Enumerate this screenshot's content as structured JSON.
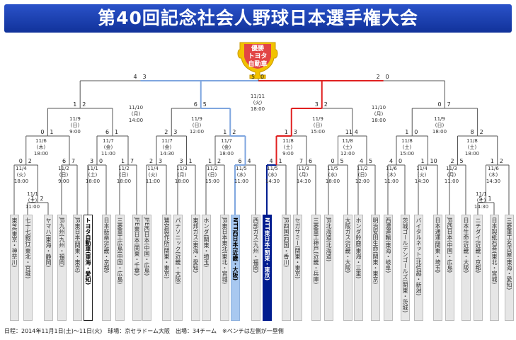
{
  "title": "第40回記念社会人野球日本選手権大会",
  "champion_badge": {
    "line1": "優勝",
    "line2": "トヨタ",
    "line3": "自動車"
  },
  "footer": "日程：2014年11月1日(土)～11日(火)　球場：京セラドーム大阪　出場：34チーム　※ベンチは左側が一塁側",
  "colors": {
    "title_bar": "#1a3eb0",
    "champion_path": "#001c8f",
    "runner_up_path": "#7fa6df",
    "final_path_red": "#e02020",
    "badge_gold": "#f2c200"
  },
  "teams": [
    {
      "name": "東芝(東京・神奈川)",
      "status": "normal"
    },
    {
      "name": "七十七銀行(東北・宮城)",
      "status": "normal"
    },
    {
      "name": "ヤマハ(東海・静岡)",
      "status": "normal"
    },
    {
      "name": "JR九州(九州・福岡)",
      "status": "normal"
    },
    {
      "name": "JR東日本(関東・東京)",
      "status": "normal"
    },
    {
      "name": "トヨタ自動車(東海・愛知)",
      "status": "highlight"
    },
    {
      "name": "日本新薬(近畿・京都)",
      "status": "normal"
    },
    {
      "name": "三菱重工広島(中国・広島)",
      "status": "normal"
    },
    {
      "name": "JFE東日本(関東・千葉)",
      "status": "normal"
    },
    {
      "name": "JFE西日本(中国・広島)",
      "status": "normal"
    },
    {
      "name": "鷺宮製作所(関東・東京)",
      "status": "normal"
    },
    {
      "name": "パナソニック(近畿・大阪)",
      "status": "normal"
    },
    {
      "name": "東邦ガス(東海・愛知)",
      "status": "normal"
    },
    {
      "name": "ホンダ(関東・埼玉)",
      "status": "normal"
    },
    {
      "name": "JR東日本東北(東北・宮城)",
      "status": "normal"
    },
    {
      "name": "NTT西日本(近畿・大阪)",
      "status": "runner_up"
    },
    {
      "name": "西部ガス(九州・福岡)",
      "status": "normal"
    },
    {
      "name": "NTT東日本(関東・東京)",
      "status": "champion"
    },
    {
      "name": "JR四国(四国・香川)",
      "status": "normal"
    },
    {
      "name": "セガサミー(関東・東京)",
      "status": "normal"
    },
    {
      "name": "三菱重工神戸(近畿・兵庫)",
      "status": "normal"
    },
    {
      "name": "JR北海道(北海道)",
      "status": "normal"
    },
    {
      "name": "大阪ガス(近畿・大阪)",
      "status": "normal"
    },
    {
      "name": "ホンダ鈴鹿(東海・三重)",
      "status": "normal"
    },
    {
      "name": "明治安田生命(関東・東京)",
      "status": "normal"
    },
    {
      "name": "西濃運輸(東海・岐阜)",
      "status": "normal"
    },
    {
      "name": "茨城ゴールデンゴールズ(関東・茨城)",
      "status": "normal"
    },
    {
      "name": "バイタルネット(北信越・新潟)",
      "status": "normal"
    },
    {
      "name": "日本通運(関東・埼玉)",
      "status": "normal"
    },
    {
      "name": "JR西日本(中国・広島)",
      "status": "normal"
    },
    {
      "name": "日本生命(近畿・大阪)",
      "status": "normal"
    },
    {
      "name": "ニチダイ(近畿・京都)",
      "status": "normal"
    },
    {
      "name": "日本製紙石巻(東北・宮城)",
      "status": "normal"
    },
    {
      "name": "三菱重工名古屋(東海・愛知)",
      "status": "normal"
    }
  ],
  "match_labels": [
    {
      "id": "r1_1",
      "date": "11/1",
      "day": "(土)",
      "time": "11:00"
    },
    {
      "id": "r1_2",
      "date": "11/1",
      "day": "(土)",
      "time": "14:30"
    },
    {
      "id": "m1",
      "date": "11/4",
      "day": "(火)",
      "time": "18:00"
    },
    {
      "id": "m2",
      "date": "11/2",
      "day": "(日)",
      "time": "9:00"
    },
    {
      "id": "m3",
      "date": "11/1",
      "day": "(土)",
      "time": "18:00"
    },
    {
      "id": "m4",
      "date": "11/2",
      "day": "(日)",
      "time": "18:00"
    },
    {
      "id": "m5",
      "date": "11/4",
      "day": "(火)",
      "time": "11:00"
    },
    {
      "id": "m6",
      "date": "11/3",
      "day": "(月)",
      "time": "18:00"
    },
    {
      "id": "m7",
      "date": "11/2",
      "day": "(日)",
      "time": "15:00"
    },
    {
      "id": "m8",
      "date": "11/5",
      "day": "(水)",
      "time": "11:00"
    },
    {
      "id": "m9",
      "date": "11/5",
      "day": "(水)",
      "time": "14:30"
    },
    {
      "id": "m10",
      "date": "11/3",
      "day": "(月)",
      "time": "14:30"
    },
    {
      "id": "m11",
      "date": "11/5",
      "day": "(水)",
      "time": "18:00"
    },
    {
      "id": "m12",
      "date": "11/2",
      "day": "(日)",
      "time": "12:00"
    },
    {
      "id": "m13",
      "date": "11/6",
      "day": "(木)",
      "time": "11:00"
    },
    {
      "id": "m14",
      "date": "11/4",
      "day": "(火)",
      "time": "14:30"
    },
    {
      "id": "m15",
      "date": "11/3",
      "day": "(月)",
      "time": "11:00"
    },
    {
      "id": "m16",
      "date": "11/6",
      "day": "(木)",
      "time": "14:30"
    },
    {
      "id": "q1",
      "date": "11/6",
      "day": "(木)",
      "time": "18:00"
    },
    {
      "id": "q2",
      "date": "11/7",
      "day": "(金)",
      "time": "11:00"
    },
    {
      "id": "q3",
      "date": "11/7",
      "day": "(金)",
      "time": "14:30"
    },
    {
      "id": "q4",
      "date": "11/7",
      "day": "(金)",
      "time": "18:00"
    },
    {
      "id": "q5",
      "date": "11/8",
      "day": "(土)",
      "time": "9:00"
    },
    {
      "id": "q6",
      "date": "11/8",
      "day": "(土)",
      "time": "12:00"
    },
    {
      "id": "q7",
      "date": "11/8",
      "day": "(土)",
      "time": "15:00"
    },
    {
      "id": "q8",
      "date": "11/8",
      "day": "(土)",
      "time": "18:00"
    },
    {
      "id": "e1",
      "date": "11/9",
      "day": "(日)",
      "time": "9:00"
    },
    {
      "id": "e2",
      "date": "11/9",
      "day": "(日)",
      "time": "12:00"
    },
    {
      "id": "e3",
      "date": "11/9",
      "day": "(日)",
      "time": "15:00"
    },
    {
      "id": "e4",
      "date": "11/9",
      "day": "(日)",
      "time": "18:00"
    },
    {
      "id": "s1",
      "date": "11/10",
      "day": "(月)",
      "time": "14:00"
    },
    {
      "id": "s2",
      "date": "11/10",
      "day": "(月)",
      "time": "18:00"
    },
    {
      "id": "final",
      "date": "11/11",
      "day": "(火)",
      "time": "18:00"
    }
  ],
  "scores": [
    {
      "id": "f_l",
      "v": "5"
    },
    {
      "id": "f_r",
      "v": "0"
    },
    {
      "id": "s1_l",
      "v": "4"
    },
    {
      "id": "s1_r",
      "v": "3"
    },
    {
      "id": "s2_l",
      "v": "2"
    },
    {
      "id": "s2_r",
      "v": "0"
    },
    {
      "id": "e1_l",
      "v": "1"
    },
    {
      "id": "e1_r",
      "v": "2"
    },
    {
      "id": "e2_l",
      "v": "6"
    },
    {
      "id": "e2_r",
      "v": "5"
    },
    {
      "id": "e3_l",
      "v": "3"
    },
    {
      "id": "e3_r",
      "v": "2"
    },
    {
      "id": "e4_l",
      "v": "0"
    },
    {
      "id": "e4_r",
      "v": "7"
    },
    {
      "id": "q1_l",
      "v": "0"
    },
    {
      "id": "q1_r",
      "v": "1"
    },
    {
      "id": "q2_l",
      "v": "6"
    },
    {
      "id": "q2_r",
      "v": "1"
    },
    {
      "id": "q3_l",
      "v": "2"
    },
    {
      "id": "q3_r",
      "v": "3"
    },
    {
      "id": "q4_l",
      "v": "1"
    },
    {
      "id": "q4_r",
      "v": "2"
    },
    {
      "id": "q5_l",
      "v": "1"
    },
    {
      "id": "q5_r",
      "v": "3"
    },
    {
      "id": "q6_l",
      "v": "11"
    },
    {
      "id": "q6_r",
      "v": "4"
    },
    {
      "id": "q7_l",
      "v": "1"
    },
    {
      "id": "q7_r",
      "v": "0"
    },
    {
      "id": "q8_l",
      "v": "8"
    },
    {
      "id": "q8_r",
      "v": "2"
    },
    {
      "id": "m1_l",
      "v": "0"
    },
    {
      "id": "m1_r",
      "v": "2"
    },
    {
      "id": "m2_l",
      "v": "6"
    },
    {
      "id": "m2_r",
      "v": "7"
    },
    {
      "id": "m3_l",
      "v": "3"
    },
    {
      "id": "m3_r",
      "v": "0"
    },
    {
      "id": "m4_l",
      "v": "1"
    },
    {
      "id": "m4_r",
      "v": "7"
    },
    {
      "id": "m5_l",
      "v": "2"
    },
    {
      "id": "m5_r",
      "v": "3"
    },
    {
      "id": "m6_l",
      "v": "3"
    },
    {
      "id": "m6_r",
      "v": "1"
    },
    {
      "id": "m7_l",
      "v": "1"
    },
    {
      "id": "m7_r",
      "v": "2"
    },
    {
      "id": "m8_l",
      "v": "6"
    },
    {
      "id": "m8_r",
      "v": "4"
    },
    {
      "id": "m9_l",
      "v": "4"
    },
    {
      "id": "m9_r",
      "v": "1"
    },
    {
      "id": "m10_l",
      "v": "7"
    },
    {
      "id": "m10_r",
      "v": "6"
    },
    {
      "id": "m11_l",
      "v": "0"
    },
    {
      "id": "m11_r",
      "v": "5"
    },
    {
      "id": "m12_l",
      "v": "4"
    },
    {
      "id": "m12_r",
      "v": "5"
    },
    {
      "id": "m13_l",
      "v": "4"
    },
    {
      "id": "m13_r",
      "v": "0"
    },
    {
      "id": "m14_l",
      "v": "1"
    },
    {
      "id": "m14_r",
      "v": "10"
    },
    {
      "id": "m15_l",
      "v": "2"
    },
    {
      "id": "m15_r",
      "v": "5"
    },
    {
      "id": "m16_l",
      "v": "1"
    },
    {
      "id": "m16_r",
      "v": "2"
    },
    {
      "id": "r1_1_l",
      "v": "1"
    },
    {
      "id": "r1_1_r",
      "v": "2"
    },
    {
      "id": "r1_2_l",
      "v": "5"
    },
    {
      "id": "r1_2_r",
      "v": "1"
    }
  ]
}
